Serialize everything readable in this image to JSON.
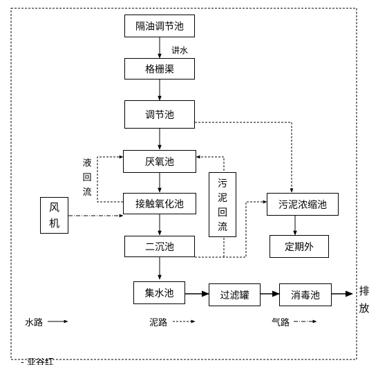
{
  "nodes": {
    "oil_tank": "隔油调节池",
    "grille": "格栅渠",
    "regulating": "调节池",
    "anaerobic": "厌氧池",
    "contact_ox": "接触氧化池",
    "clarifier": "二沉池",
    "collect": "集水池",
    "filter": "过滤罐",
    "disinfect": "消毒池",
    "sludge_thick": "污泥浓缩池",
    "periodic_out": "定期外",
    "fan": "风机",
    "sludge_return": [
      "污",
      "泥",
      "回",
      "流"
    ]
  },
  "labels": {
    "inflow": "讲水",
    "liquid_return": [
      "液",
      "回",
      "流"
    ],
    "discharge": [
      "排",
      "放"
    ]
  },
  "legend": {
    "water": "水路",
    "sludge": "泥路",
    "air": "气路"
  },
  "footer_text": "- 亚谷红"
}
